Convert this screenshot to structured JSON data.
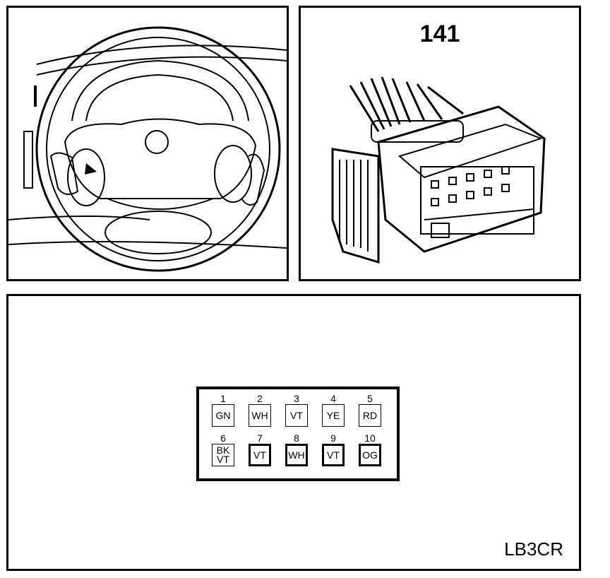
{
  "connector_number": "141",
  "reference_code": "LB3CR",
  "pins": [
    {
      "num": "1",
      "color": "GN",
      "thick": false
    },
    {
      "num": "2",
      "color": "WH",
      "thick": false
    },
    {
      "num": "3",
      "color": "VT",
      "thick": false
    },
    {
      "num": "4",
      "color": "YE",
      "thick": false
    },
    {
      "num": "5",
      "color": "RD",
      "thick": false
    },
    {
      "num": "6",
      "color": "BK\nVT",
      "thick": false
    },
    {
      "num": "7",
      "color": "VT",
      "thick": true
    },
    {
      "num": "8",
      "color": "WH",
      "thick": true
    },
    {
      "num": "9",
      "color": "VT",
      "thick": true
    },
    {
      "num": "10",
      "color": "OG",
      "thick": true
    }
  ]
}
